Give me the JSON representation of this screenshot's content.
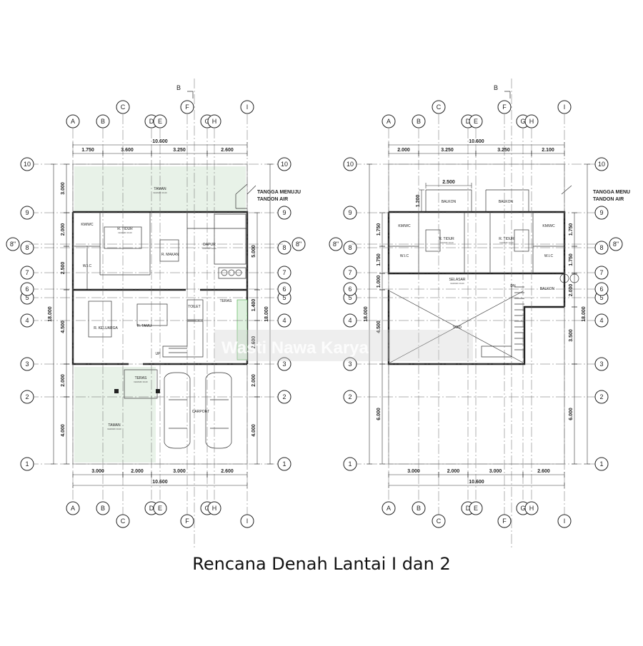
{
  "caption": "Rencana Denah Lantai I dan 2",
  "watermark": "Wasti Nawa Karya",
  "section_marker": "B",
  "axis_letters": [
    "A",
    "B",
    "C",
    "D",
    "E",
    "F",
    "G",
    "H",
    "I"
  ],
  "axis_numbers": [
    "1",
    "2",
    "3",
    "4",
    "5",
    "6",
    "7",
    "8",
    "8\"",
    "9",
    "10"
  ],
  "notes": {
    "tank_line1": "TANGGA MENUJU",
    "tank_line1_b": "TANGGA MENU",
    "tank_line2": "TANDON AIR"
  },
  "floor1": {
    "top_total": "10.600",
    "top_dims": [
      "1.750",
      "3.600",
      "3.250",
      "2.600"
    ],
    "bottom_dims": [
      "3.000",
      "2.000",
      "3.000",
      "2.600"
    ],
    "bottom_total": "10.600",
    "left_dims": [
      "3.000",
      "2.000",
      "2.500",
      "4.500",
      "2.000",
      "4.000"
    ],
    "left_total": "18.000",
    "right_dims": [
      "5.000",
      "1.400",
      "2.600",
      "2.000",
      "4.000"
    ],
    "right_total": "18.000",
    "rooms": {
      "taman_top": "TAMAN",
      "km_wc": "KM/WC",
      "r_tidur": "R. TIDUR",
      "r_makan": "R. MAKAN",
      "dapur": "DAPUR",
      "wic": "W.I.C",
      "r_keluarga": "R. KELUARGA",
      "r_tamu": "R. TAMU",
      "toilet": "TOILET",
      "teras_side": "TERAS",
      "up": "UP",
      "teras": "TERAS",
      "carport": "CARPORT",
      "taman_bottom": "TAMAN"
    },
    "sub": "KERAMIK 30x30"
  },
  "floor2": {
    "top_total": "10.600",
    "top_dims": [
      "2.000",
      "3.250",
      "3.250",
      "2.100"
    ],
    "balkon_dim": "2.500",
    "balkon_dim2": "1.200",
    "bottom_dims": [
      "3.000",
      "2.000",
      "3.000",
      "2.600"
    ],
    "bottom_total": "10.600",
    "left_dims": [
      "1.750",
      "1.750",
      "1.000",
      "4.500",
      "6.000"
    ],
    "left_total": "18.000",
    "right_dims": [
      "1.750",
      "1.750",
      "2.000",
      "3.500",
      "6.000"
    ],
    "right_total": "18.000",
    "rooms": {
      "balkon_a": "BALKON",
      "balkon_b": "BALKON",
      "km_wc_l": "KM/WC",
      "r_tidur_l": "R. TIDUR",
      "r_tidur_r": "R. TIDUR",
      "km_wc_r": "KM/WC",
      "wic_l": "W.I.C",
      "wic_r": "W.I.C",
      "selasar": "SELASAR",
      "balkon_c": "BALKON",
      "void": "VOID",
      "dn": "DN"
    },
    "sub": "KERAMIK 30x30"
  }
}
